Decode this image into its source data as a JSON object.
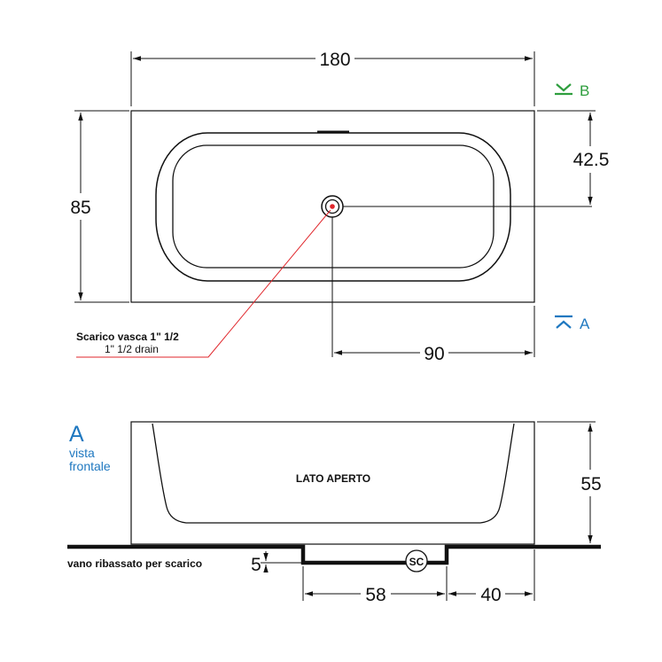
{
  "dimensions": {
    "length": "180",
    "width": "85",
    "drain_offset_y": "42.5",
    "drain_offset_x": "90",
    "height": "55",
    "recess_depth": "5",
    "recess_width": "58",
    "recess_edge": "40"
  },
  "sections": {
    "b_label": "B",
    "a_label": "A",
    "b_color": "#2e9e3e",
    "a_color": "#1f78c0"
  },
  "drain_note": {
    "title": "Scarico vasca 1\" 1/2",
    "subtitle": "1\" 1/2  drain",
    "leader_color": "#e0262b"
  },
  "front_view": {
    "letter": "A",
    "line1": "vista",
    "line2": "frontale",
    "open_side": "LATO APERTO",
    "recess_note": "vano ribassato per scarico",
    "drain_symbol": "SC"
  }
}
